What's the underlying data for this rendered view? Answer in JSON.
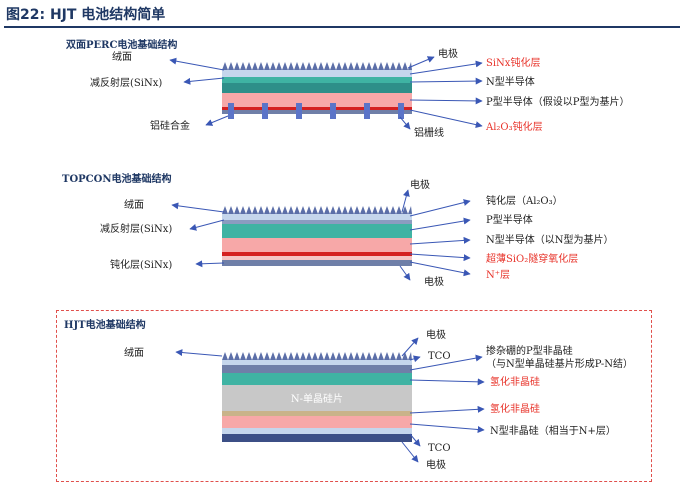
{
  "figure_title": "图22:  HJT 电池结构简单",
  "perc": {
    "title": "双面PERC电池基础结构",
    "left_labels": [
      "绒面",
      "减反射层(SiNx)",
      "铝硅合金"
    ],
    "right_labels": [
      {
        "text": "电极",
        "red": false
      },
      {
        "text": "SiNx钝化层",
        "red": true
      },
      {
        "text": "N型半导体",
        "red": false
      },
      {
        "text": "P型半导体（假设以P型为基片）",
        "red": false
      },
      {
        "text": "Al₂O₃钝化层",
        "red": true
      },
      {
        "text": "铝栅线",
        "red": false
      }
    ]
  },
  "topcon": {
    "title": "TOPCON电池基础结构",
    "left_labels": [
      "绒面",
      "减反射层(SiNx)",
      "钝化层(SiNx)"
    ],
    "right_labels": [
      {
        "text": "电极",
        "red": false
      },
      {
        "text": "钝化层（Al₂O₃）",
        "red": false
      },
      {
        "text": "P型半导体",
        "red": false
      },
      {
        "text": "N型半导体（以N型为基片）",
        "red": false
      },
      {
        "text": "超薄SiO₂隧穿氧化层",
        "red": true
      },
      {
        "text": "N⁺层",
        "red": true
      },
      {
        "text": "电极",
        "red": false
      }
    ]
  },
  "hjt": {
    "title": "HJT电池基础结构",
    "left_labels": [
      "绒面"
    ],
    "center_label": "N-单晶硅片",
    "right_labels": [
      {
        "text": "电极",
        "red": false
      },
      {
        "text": "TCO",
        "red": false
      },
      {
        "text": "掺杂硼的P型非晶硅",
        "red": false
      },
      {
        "text": "（与N型单晶硅基片形成P-N结）",
        "red": false
      },
      {
        "text": "氢化非晶硅",
        "red": true
      },
      {
        "text": "氢化非晶硅",
        "red": true
      },
      {
        "text": "N型非晶硅（相当于N+层）",
        "red": false
      },
      {
        "text": "TCO",
        "red": false
      },
      {
        "text": "电极",
        "red": false
      }
    ]
  },
  "colors": {
    "navy": "#1f3864",
    "arrow": "#3a57b5",
    "red": "#e8332a",
    "teal": "#3fb3a3",
    "pink": "#f7a8a8",
    "lightblue": "#c5d6ec",
    "slate": "#6f7fa8",
    "grey": "#c8c8c8",
    "tan": "#c9b38a",
    "deepred": "#d42020"
  }
}
